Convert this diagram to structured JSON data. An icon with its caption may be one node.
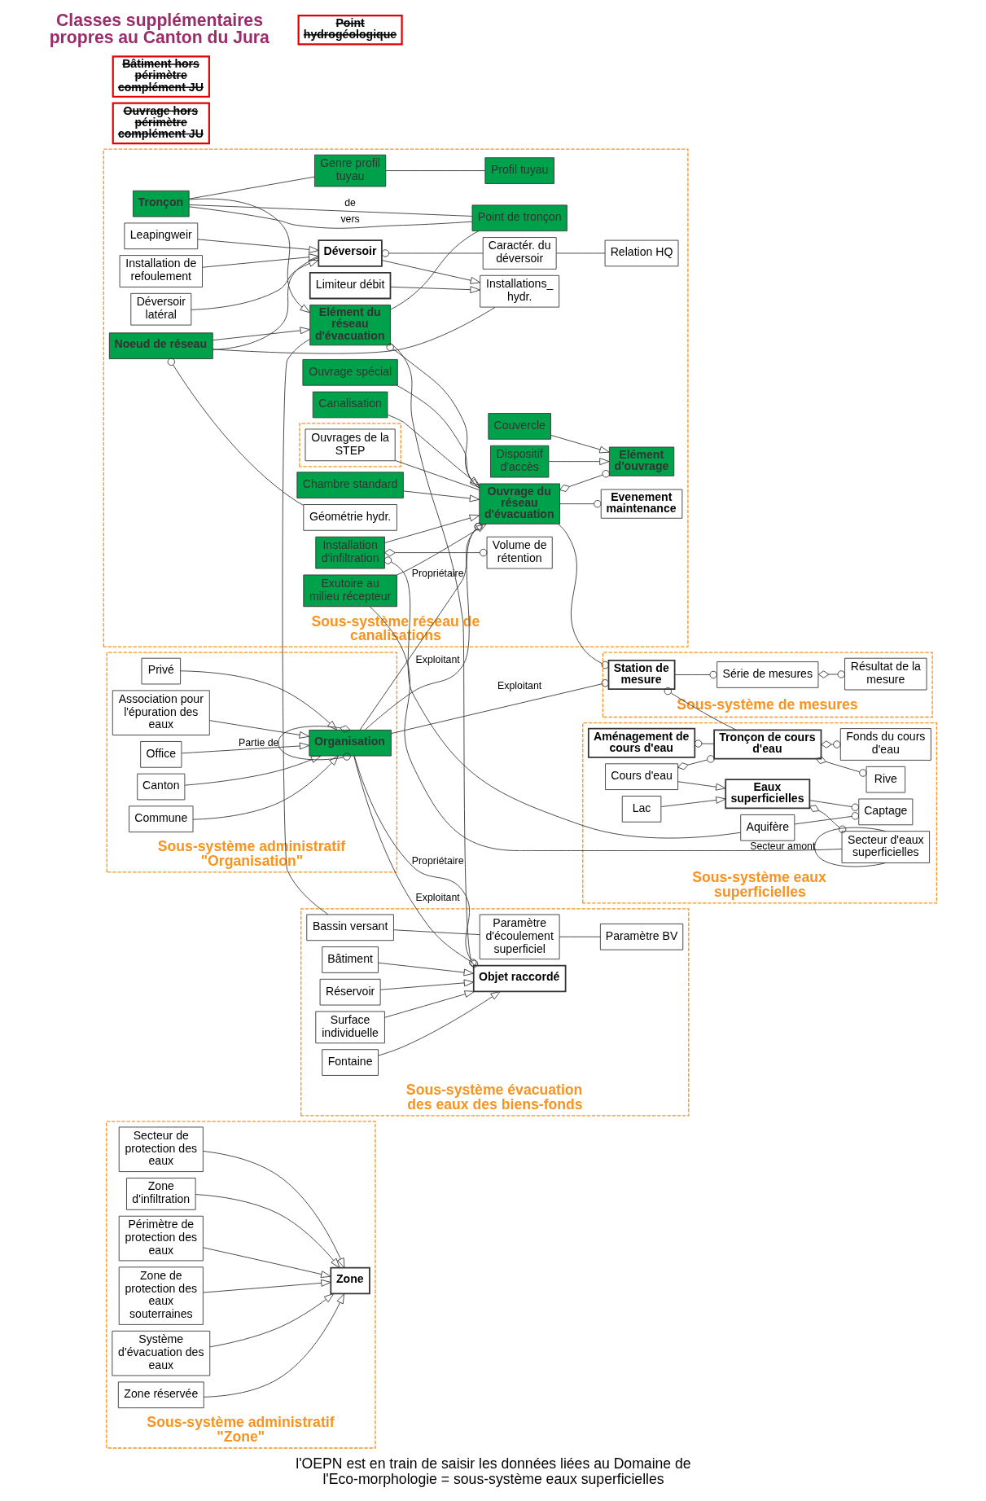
{
  "diagram": {
    "caption": "l'OEPN est en train de saisir les données liées au Domaine de l'Eco-morphologie = sous-système eaux superficielles",
    "nodes": [
      {
        "text": [
          "Sous-système administratif \"Zone\""
        ]
      },
      {
        "text": [
          "Zone"
        ],
        "in": 0
      },
      {
        "text": [
          "Système d'évacuation des eaux"
        ],
        "in": 0
      },
      {
        "text": [
          "Zone réservée"
        ],
        "in": 0
      },
      {
        "text": [
          "Secteur de protection des eaux"
        ],
        "in": 0
      },
      {
        "text": [
          "Zone d'infiltration"
        ],
        "in": 0
      },
      {
        "text": [
          "Périmètre de protection des eaux"
        ],
        "in": 0
      },
      {
        "text": [
          "Zone de protection des eaux souterraines"
        ],
        "in": 0
      },
      {
        "text": [
          "Sous-système réseau de canalisations"
        ]
      },
      {
        "text": [
          "Elément du réseau d'évacuation"
        ],
        "in": 8
      },
      {
        "text": [
          "Point de tronçon"
        ],
        "in": 8
      },
      {
        "text": [
          "Tronçon"
        ],
        "in": 8
      },
      {
        "text": [
          "Genre profil tuyau"
        ],
        "in": 8
      },
      {
        "text": [
          "Profil tuyau"
        ],
        "in": 8
      },
      {
        "text": [
          "Noeud de réseau"
        ],
        "in": 8
      },
      {
        "text": [
          "Installations_ hydr."
        ],
        "in": 8
      },
      {
        "text": [
          "Limiteur débit"
        ],
        "in": 8
      },
      {
        "text": [
          "Déversoir"
        ],
        "in": 8
      },
      {
        "text": [
          "Leapingweir"
        ],
        "in": 8
      },
      {
        "text": [
          "Installation de refoulement"
        ],
        "in": 8
      },
      {
        "text": [
          "Déversoir latéral"
        ],
        "in": 8
      },
      {
        "text": [
          "Caractér. du déversoir"
        ],
        "in": 8
      },
      {
        "text": [
          "Relation HQ"
        ],
        "in": 8
      },
      {
        "text": [
          "Géométrie hydr."
        ],
        "in": 8
      },
      {
        "text": [
          "Evenement maintenance"
        ],
        "in": 8
      },
      {
        "text": [],
        "shape": "box",
        "in": 8
      },
      {
        "text": [
          "Ouvrages de la STEP"
        ],
        "in": 25
      },
      {
        "text": [
          "Ouvrage du réseau d'évacuation"
        ],
        "in": 8
      },
      {
        "text": [
          "Ouvrage spécial"
        ],
        "in": 8
      },
      {
        "text": [
          "Canalisation"
        ],
        "in": 8
      },
      {
        "text": [
          "Exutoire au milieu récepteur"
        ],
        "in": 8
      },
      {
        "text": [
          "Installation d'infiltration"
        ],
        "in": 8
      },
      {
        "text": [
          "Chambre standard"
        ],
        "in": 8
      },
      {
        "text": [
          "Volume de rétention"
        ],
        "in": 8
      },
      {
        "text": [
          "Elément d'ouvrage"
        ],
        "in": 8
      },
      {
        "text": [
          "Dispositif d'accès"
        ],
        "in": 8
      },
      {
        "text": [
          "Couvercle"
        ],
        "in": 8
      },
      {
        "text": [
          "Sous-système évacuation des eaux des biens-fonds"
        ]
      },
      {
        "text": [
          "Bassin versant"
        ],
        "in": 37
      },
      {
        "text": [
          "Paramètre d'écoulement superficiel"
        ],
        "in": 37
      },
      {
        "text": [
          "Paramètre BV"
        ],
        "in": 37
      },
      {
        "text": [
          "Objet raccordé"
        ],
        "in": 37
      },
      {
        "text": [
          "Bâtiment"
        ],
        "in": 37
      },
      {
        "text": [
          "Réservoir"
        ],
        "in": 37
      },
      {
        "text": [
          "Surface individuelle"
        ],
        "in": 37
      },
      {
        "text": [
          "Fontaine"
        ],
        "in": 37
      },
      {
        "text": [
          "Sous-système administratif \"Organisation\""
        ]
      },
      {
        "text": [
          "Organisation"
        ],
        "in": 46
      },
      {
        "text": [
          "Association pour l'épuration des eaux"
        ],
        "in": 46
      },
      {
        "text": [
          "Office"
        ],
        "in": 46
      },
      {
        "text": [
          "Canton"
        ],
        "in": 46
      },
      {
        "text": [
          "Commune"
        ],
        "in": 46
      },
      {
        "text": [
          "Privé"
        ],
        "in": 46
      },
      {
        "text": [
          "Sous-système de mesures"
        ]
      },
      {
        "text": [
          "Station de mesure"
        ],
        "in": 53
      },
      {
        "text": [
          "Série de mesures"
        ],
        "in": 53
      },
      {
        "text": [
          "Résultat de la mesure"
        ],
        "in": 53
      },
      {
        "text": [
          "Sous-système eaux superficielles"
        ]
      },
      {
        "text": [
          "Aquifère"
        ],
        "in": 57
      },
      {
        "text": [
          "Captage"
        ],
        "in": 57
      },
      {
        "text": [
          "Aménagement de cours d'eau"
        ],
        "in": 57
      },
      {
        "text": [
          "Eaux superficielles"
        ],
        "in": 57
      },
      {
        "text": [
          "Lac"
        ],
        "in": 57
      },
      {
        "text": [
          "Cours d'eau"
        ],
        "in": 57
      },
      {
        "text": [
          "Tronçon de cours d'eau"
        ],
        "in": 57
      },
      {
        "text": [
          "Fonds du cours d'eau"
        ],
        "in": 57
      },
      {
        "text": [
          "Rive"
        ],
        "in": 57
      },
      {
        "text": [
          "Secteur d'eaux superficielles"
        ],
        "in": 57
      },
      {
        "text": [
          "Ouvrage hors périmètre complément JU"
        ]
      },
      {
        "text": [
          "Bâtiment hors périmètre complément JU"
        ]
      },
      {
        "text": [
          "Point hydrogéologique"
        ]
      }
    ],
    "labels": [
      "Classes supplémentaires propres au Canton du Jura"
    ],
    "edges": [
      {
        "from": 2,
        "to": 1,
        "arrow": "to"
      },
      {
        "from": 3,
        "to": 1,
        "arrow": "to"
      },
      {
        "from": 4,
        "to": 1,
        "arrow": "to"
      },
      {
        "from": 5,
        "to": 1,
        "arrow": "to"
      },
      {
        "from": 6,
        "to": 1,
        "arrow": "to"
      },
      {
        "from": 7,
        "to": 1,
        "arrow": "to"
      },
      {
        "from": 11,
        "to": 9,
        "arrow": "to"
      },
      {
        "from": 14,
        "to": 9,
        "arrow": "to"
      },
      {
        "from": 9,
        "to": 10,
        "arrow": "none"
      },
      {
        "from": 11,
        "to": 10,
        "arrow": "none",
        "label": "de"
      },
      {
        "from": 11,
        "to": 10,
        "arrow": "none",
        "label": "vers"
      },
      {
        "from": 11,
        "to": 12,
        "arrow": "none"
      },
      {
        "from": 12,
        "to": 13,
        "arrow": "none"
      },
      {
        "from": 17,
        "to": 15,
        "arrow": "to"
      },
      {
        "from": 16,
        "to": 15,
        "arrow": "to"
      },
      {
        "from": 14,
        "to": 15,
        "arrow": "none"
      },
      {
        "from": 14,
        "to": 17,
        "arrow": "none"
      },
      {
        "from": 18,
        "to": 17,
        "arrow": "to"
      },
      {
        "from": 20,
        "to": 17,
        "arrow": "to"
      },
      {
        "from": 19,
        "to": 17,
        "arrow": "to"
      },
      {
        "from": 17,
        "to": 21,
        "arrow": "other"
      },
      {
        "from": 21,
        "to": 22,
        "arrow": "none"
      },
      {
        "from": 14,
        "to": 23,
        "arrow": "other"
      },
      {
        "from": 9,
        "to": 27,
        "arrow": "other"
      },
      {
        "from": 9,
        "to": 38,
        "arrow": "none"
      },
      {
        "from": 41,
        "to": 9,
        "arrow": "none"
      },
      {
        "from": 38,
        "to": 39,
        "arrow": "none"
      },
      {
        "from": 39,
        "to": 40,
        "arrow": "none"
      },
      {
        "from": 26,
        "to": 27,
        "arrow": "none"
      },
      {
        "from": 28,
        "to": 27,
        "arrow": "to"
      },
      {
        "from": 29,
        "to": 27,
        "arrow": "to"
      },
      {
        "from": 30,
        "to": 27,
        "arrow": "to"
      },
      {
        "from": 31,
        "to": 27,
        "arrow": "to"
      },
      {
        "from": 32,
        "to": 27,
        "arrow": "to"
      },
      {
        "from": 27,
        "to": 34,
        "arrow": "other"
      },
      {
        "from": 27,
        "to": 24,
        "arrow": "other"
      },
      {
        "from": 35,
        "to": 34,
        "arrow": "to"
      },
      {
        "from": 36,
        "to": 34,
        "arrow": "to"
      },
      {
        "from": 31,
        "to": 33,
        "arrow": "other"
      },
      {
        "from": 31,
        "to": 58,
        "arrow": "other"
      },
      {
        "from": 30,
        "to": 67,
        "arrow": "none"
      },
      {
        "from": 27,
        "to": 54,
        "arrow": "other"
      },
      {
        "from": 47,
        "to": 27,
        "arrow": "other",
        "label": "Propriétaire"
      },
      {
        "from": 47,
        "to": 27,
        "arrow": "other",
        "label": "Exploitant"
      },
      {
        "from": 47,
        "to": 54,
        "arrow": "other",
        "label": "Exploitant"
      },
      {
        "from": 47,
        "to": 47,
        "arrow": "other",
        "label": "Partie de"
      },
      {
        "from": 47,
        "to": 41,
        "arrow": "other",
        "label": "Propriétaire"
      },
      {
        "from": 47,
        "to": 41,
        "arrow": "other",
        "label": "Exploitant"
      },
      {
        "from": 48,
        "to": 47,
        "arrow": "to"
      },
      {
        "from": 49,
        "to": 47,
        "arrow": "to"
      },
      {
        "from": 50,
        "to": 47,
        "arrow": "to"
      },
      {
        "from": 51,
        "to": 47,
        "arrow": "to"
      },
      {
        "from": 52,
        "to": 47,
        "arrow": "to"
      },
      {
        "from": 42,
        "to": 41,
        "arrow": "to"
      },
      {
        "from": 43,
        "to": 41,
        "arrow": "to"
      },
      {
        "from": 44,
        "to": 41,
        "arrow": "to"
      },
      {
        "from": 45,
        "to": 41,
        "arrow": "to"
      },
      {
        "from": 54,
        "to": 55,
        "arrow": "other"
      },
      {
        "from": 55,
        "to": 56,
        "arrow": "other"
      },
      {
        "from": 54,
        "to": 64,
        "arrow": "other"
      },
      {
        "from": 61,
        "to": 59,
        "arrow": "other"
      },
      {
        "from": 60,
        "to": 64,
        "arrow": "other"
      },
      {
        "from": 62,
        "to": 61,
        "arrow": "to"
      },
      {
        "from": 63,
        "to": 61,
        "arrow": "to"
      },
      {
        "from": 61,
        "to": 67,
        "arrow": "other"
      },
      {
        "from": 63,
        "to": 64,
        "arrow": "other"
      },
      {
        "from": 64,
        "to": 65,
        "arrow": "other"
      },
      {
        "from": 64,
        "to": 66,
        "arrow": "other"
      },
      {
        "from": 67,
        "to": 67,
        "arrow": "none",
        "label": "Secteur amont"
      },
      {
        "from": 58,
        "to": 59,
        "arrow": "other"
      }
    ]
  }
}
